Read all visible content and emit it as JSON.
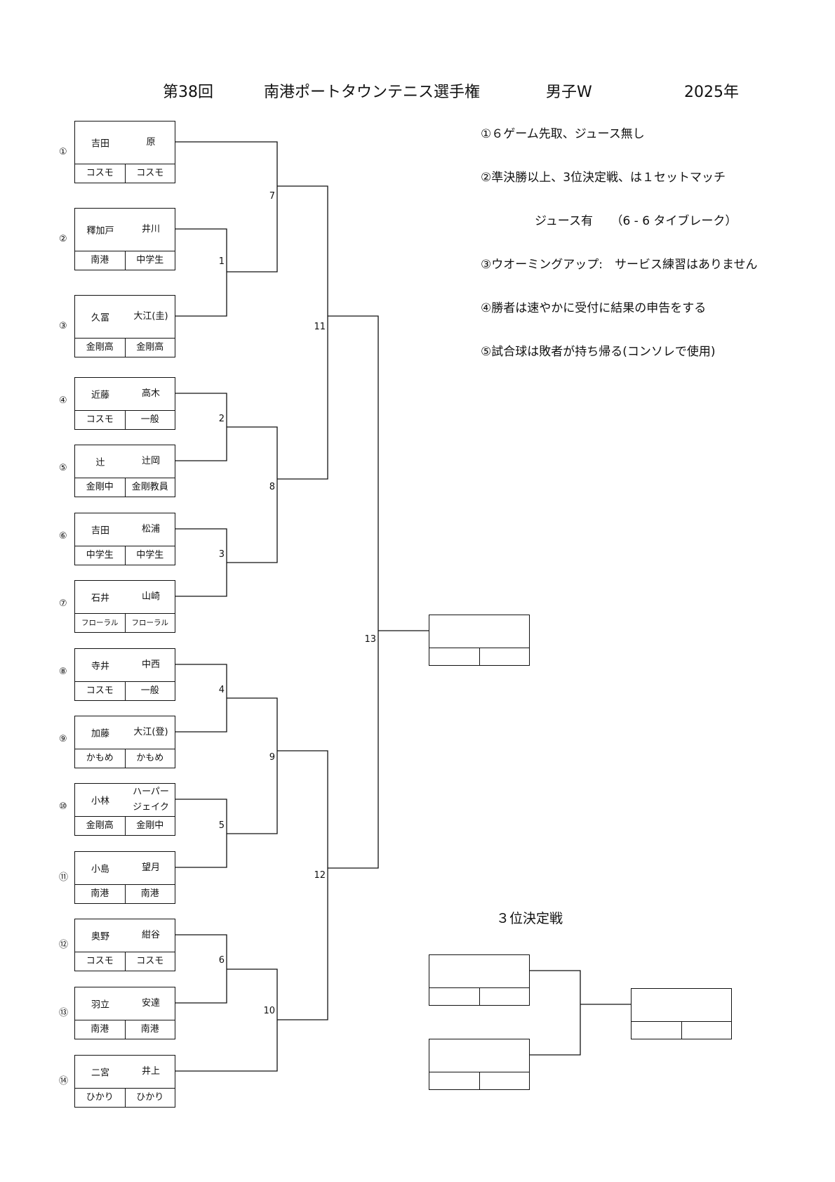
{
  "header": {
    "edition": "第38回",
    "tournament": "南港ポートタウンテニス選手権",
    "category": "男子W",
    "year": "2025年"
  },
  "entries": [
    {
      "seed": "①",
      "p1": "吉田",
      "p2": "原",
      "c1": "コスモ",
      "c2": "コスモ"
    },
    {
      "seed": "②",
      "p1": "釋加戸",
      "p2": "井川",
      "c1": "南港",
      "c2": "中学生"
    },
    {
      "seed": "③",
      "p1": "久冨",
      "p2": "大江(圭)",
      "c1": "金剛高",
      "c2": "金剛高"
    },
    {
      "seed": "④",
      "p1": "近藤",
      "p2": "高木",
      "c1": "コスモ",
      "c2": "一般"
    },
    {
      "seed": "⑤",
      "p1": "辻",
      "p2": "辻岡",
      "c1": "金剛中",
      "c2": "金剛教員"
    },
    {
      "seed": "⑥",
      "p1": "吉田",
      "p2": "松浦",
      "c1": "中学生",
      "c2": "中学生"
    },
    {
      "seed": "⑦",
      "p1": "石井",
      "p2": "山崎",
      "c1": "フローラル",
      "c2": "フローラル"
    },
    {
      "seed": "⑧",
      "p1": "寺井",
      "p2": "中西",
      "c1": "コスモ",
      "c2": "一般"
    },
    {
      "seed": "⑨",
      "p1": "加藤",
      "p2": "大江(登)",
      "c1": "かもめ",
      "c2": "かもめ"
    },
    {
      "seed": "⑩",
      "p1": "小林",
      "p2": "ハーパー",
      "p2b": "ジェイク",
      "c1": "金剛高",
      "c2": "金剛中"
    },
    {
      "seed": "⑪",
      "p1": "小島",
      "p2": "望月",
      "c1": "南港",
      "c2": "南港"
    },
    {
      "seed": "⑫",
      "p1": "奥野",
      "p2": "紺谷",
      "c1": "コスモ",
      "c2": "コスモ"
    },
    {
      "seed": "⑬",
      "p1": "羽立",
      "p2": "安達",
      "c1": "南港",
      "c2": "南港"
    },
    {
      "seed": "⑭",
      "p1": "二宮",
      "p2": "井上",
      "c1": "ひかり",
      "c2": "ひかり"
    }
  ],
  "matches": [
    "1",
    "2",
    "3",
    "4",
    "5",
    "6",
    "7",
    "8",
    "9",
    "10",
    "11",
    "12",
    "13"
  ],
  "rules": [
    "①６ゲーム先取、ジュース無し",
    "②準決勝以上、3位決定戦、は１セットマッチ",
    "ジュース有　　（6 - 6 タイブレーク）",
    "③ウオーミングアップ:　サービス練習はありません",
    "④勝者は速やかに受付に結果の申告をする",
    "⑤試合球は敗者が持ち帰る(コンソレで使用)"
  ],
  "third_place": {
    "heading": "３位決定戦"
  }
}
